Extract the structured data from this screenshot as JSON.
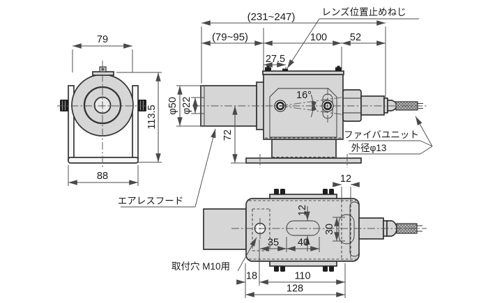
{
  "drawing": {
    "front_view": {
      "dim_top_width": "79",
      "dim_height": "113.5",
      "dim_bottom_width": "88"
    },
    "side_view": {
      "dim_overall": "(231~247)",
      "dim_hood_length": "(79~95)",
      "dim_body_length": "100",
      "dim_right_length": "52",
      "dim_screw_offset": "27.5",
      "dim_lens_diameter": "φ50",
      "dim_aperture_diameter": "φ22",
      "dim_center_height": "72",
      "dim_angle": "16°",
      "label_lens_screw": "レンズ位置止めねじ",
      "label_fiber_unit": "ファイバユニット",
      "label_fiber_od": "外径φ13",
      "label_hood": "エアレスフード"
    },
    "bottom_view": {
      "dim_fiber_offset": "12",
      "dim_slot_width": "12",
      "dim_slot_length": "40",
      "dim_hole_to_slot": "35",
      "dim_oval_height": "30",
      "dim_hole_offset": "18",
      "dim_hole_span": "110",
      "dim_base_length": "128",
      "label_mount_hole": "取付穴 M10用"
    },
    "colors": {
      "body_fill": "#d6d6d6",
      "line": "#333333",
      "background": "#ffffff"
    }
  }
}
